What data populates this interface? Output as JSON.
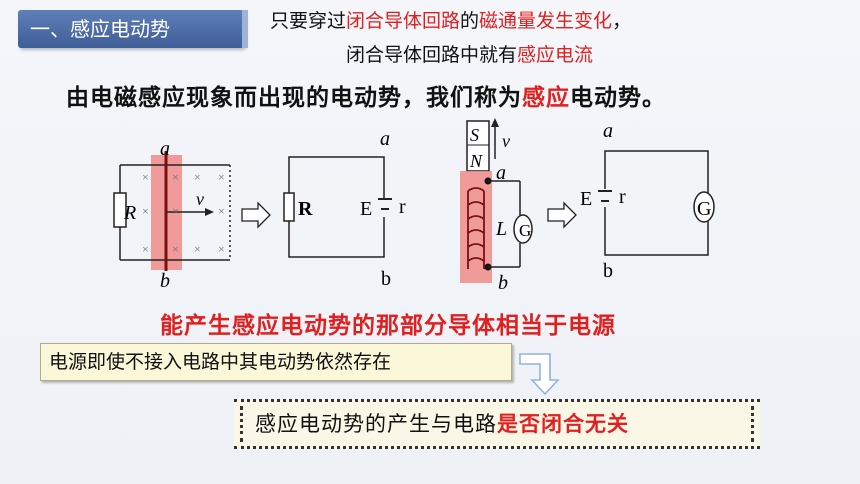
{
  "title_badge": "一、感应电动势",
  "intro": {
    "line1_a": "只要穿过",
    "line1_b": "闭合导体回路",
    "line1_c": "的",
    "line1_d": "磁通量发生变化",
    "line1_e": "，",
    "line2_a": "闭合导体回路中就有",
    "line2_b": "感应电流"
  },
  "definition": {
    "part1": "由电磁感应现象而出现的电动势，我们称为",
    "part2": "感应",
    "part3": "电动势。"
  },
  "diagram": {
    "d1": {
      "a": "a",
      "b": "b",
      "R": "R",
      "v": "v",
      "x_mark": "×"
    },
    "d2": {
      "a": "a",
      "b": "b",
      "R": "R",
      "E": "E",
      "r": "r"
    },
    "d3": {
      "S": "S",
      "N": "N",
      "v": "v",
      "a": "a",
      "b": "b",
      "L": "L",
      "G": "G"
    },
    "d4": {
      "a": "a",
      "b": "b",
      "E": "E",
      "r": "r",
      "G": "G"
    }
  },
  "conclusion": "能产生感应电动势的那部分导体相当于电源",
  "note": "电源即使不接入电路中其电动势依然存在",
  "summary": {
    "part1": "感应电动势的产生与电路",
    "part2": "是否闭合无关"
  },
  "colors": {
    "badge": "#4a6aa6",
    "red": "#e02020",
    "highlight": "#f07f80",
    "arrow": "#8fb3e0"
  }
}
